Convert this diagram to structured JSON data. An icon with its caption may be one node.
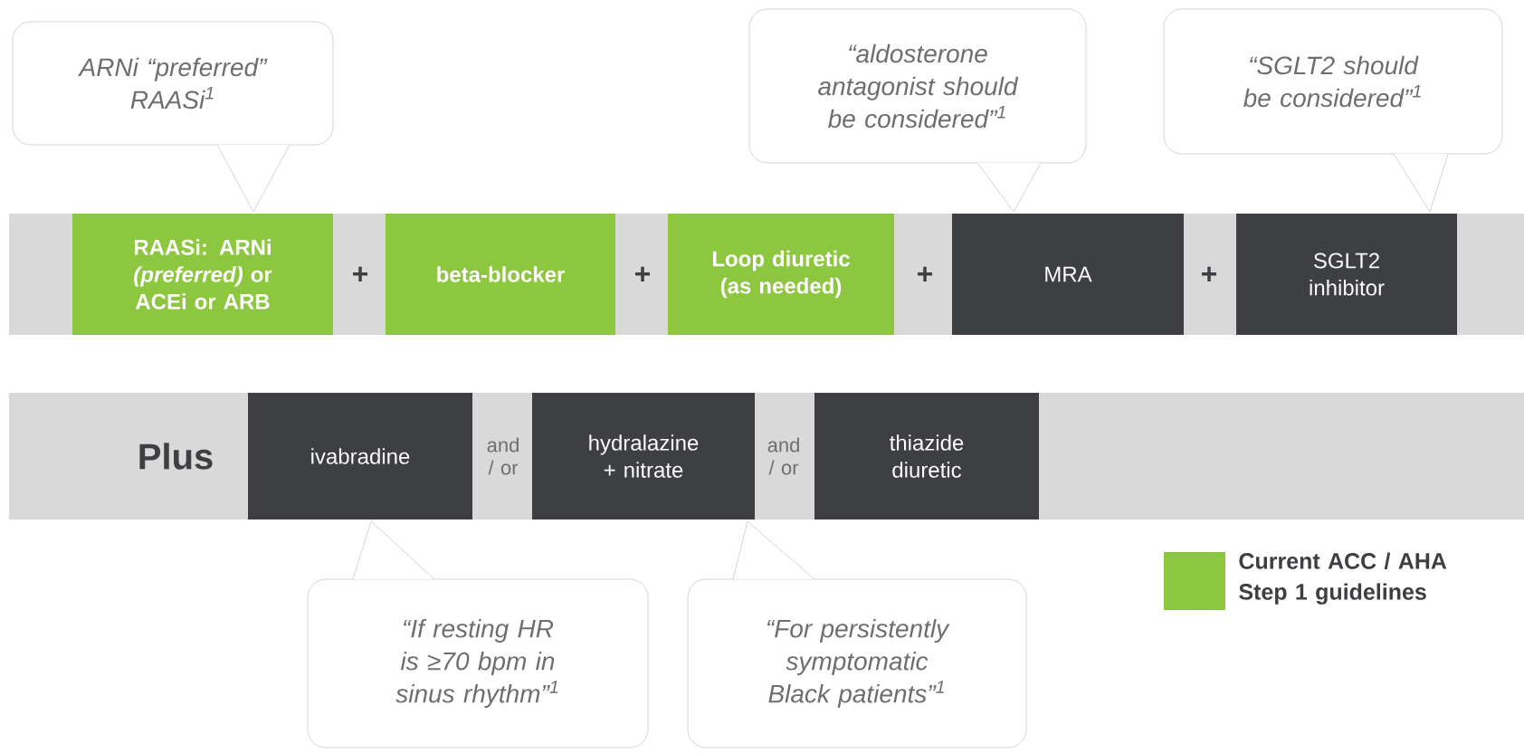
{
  "diagram": {
    "nodes": [
      {
        "text": [
          "RAASi: ARNi *(preferred)* or ACEi or ARB"
        ]
      },
      {
        "text": [
          "beta-blocker"
        ]
      },
      {
        "text": [
          "Loop diuretic (as needed)"
        ]
      },
      {
        "text": [
          "MRA"
        ]
      },
      {
        "text": [
          "SGLT2 inhibitor"
        ]
      },
      {
        "text": [
          "ivabradine"
        ]
      },
      {
        "text": [
          "hydralazine + nitrate"
        ]
      },
      {
        "text": [
          "thiazide diuretic"
        ]
      },
      {
        "text": [
          "ARNi “preferred” RAASi$^{1}$"
        ]
      },
      {
        "text": [
          "“aldosterone antagonist should be considered”$^{1}$"
        ]
      },
      {
        "text": [
          "“SGLT2 should be considered”$^{1}$"
        ]
      },
      {
        "text": [
          "“If resting HR is ≥70 bpm in sinus rhythm”$^{1}$"
        ]
      },
      {
        "text": [
          "“For persistently symptomatic Black patients”$^{1}$"
        ]
      }
    ],
    "labels": [
      "+",
      "+",
      "+",
      "+",
      "Plus",
      "and / or",
      "and / or"
    ],
    "legend": [
      {
        "text": "Current ACC / AHA Step 1 guidelines",
        "color": "#8dc63f"
      }
    ]
  }
}
